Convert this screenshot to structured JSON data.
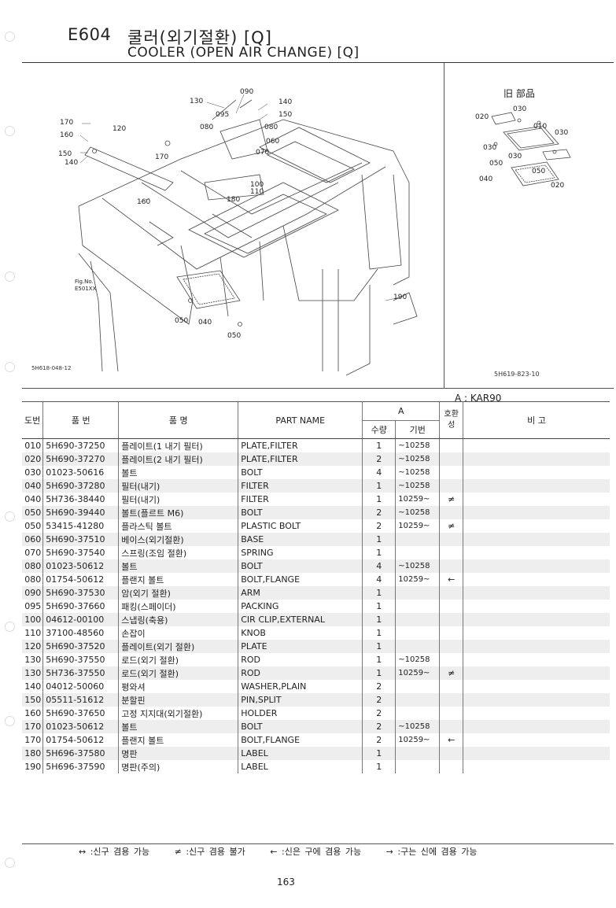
{
  "header": {
    "code": "E604",
    "title_ko": "쿨러(외기절환) [Q]",
    "title_en": "COOLER (OPEN AIR CHANGE) [Q]"
  },
  "diagram": {
    "old_parts_label": "旧 部品",
    "left_ref": "5H618-048-12",
    "right_ref": "5H619-823-10",
    "fig_no": "Fig.No.\nE501XX",
    "main_labels": [
      "130",
      "090",
      "140",
      "095",
      "150",
      "170",
      "080",
      "080",
      "160",
      "060",
      "120",
      "150",
      "070",
      "140",
      "170",
      "100",
      "110",
      "180",
      "160",
      "190",
      "050",
      "040",
      "050"
    ],
    "inset_labels": [
      "030",
      "020",
      "010",
      "030",
      "030",
      "030",
      "050",
      "050",
      "040",
      "020"
    ]
  },
  "variant_note": "A : KAR90",
  "table": {
    "headers": {
      "code": "도번",
      "part_no": "품 번",
      "name_ko": "품 명",
      "part_name": "PART NAME",
      "group_a": "A",
      "qty": "수량",
      "serial": "기번",
      "interchange": "호환성",
      "remarks": "비 고"
    },
    "rows": [
      {
        "code": "010",
        "part_no": "5H690-37250",
        "name_ko": "플레이트(1 내기 필터)",
        "name_en": "PLATE,FILTER",
        "qty": "1",
        "serial": "~10258",
        "chg": ""
      },
      {
        "code": "020",
        "part_no": "5H690-37270",
        "name_ko": "플레이트(2 내기 필터)",
        "name_en": "PLATE,FILTER",
        "qty": "2",
        "serial": "~10258",
        "chg": ""
      },
      {
        "code": "030",
        "part_no": "01023-50616",
        "name_ko": "볼트",
        "name_en": "BOLT",
        "qty": "4",
        "serial": "~10258",
        "chg": ""
      },
      {
        "code": "040",
        "part_no": "5H690-37280",
        "name_ko": "필터(내기)",
        "name_en": "FILTER",
        "qty": "1",
        "serial": "~10258",
        "chg": ""
      },
      {
        "code": "040",
        "part_no": "5H736-38440",
        "name_ko": "필터(내기)",
        "name_en": "FILTER",
        "qty": "1",
        "serial": "10259~",
        "chg": "≠"
      },
      {
        "code": "050",
        "part_no": "5H690-39440",
        "name_ko": "볼트(플르트 M6)",
        "name_en": "BOLT",
        "qty": "2",
        "serial": "~10258",
        "chg": ""
      },
      {
        "code": "050",
        "part_no": "53415-41280",
        "name_ko": "플라스틱 볼트",
        "name_en": "PLASTIC BOLT",
        "qty": "2",
        "serial": "10259~",
        "chg": "≠"
      },
      {
        "code": "060",
        "part_no": "5H690-37510",
        "name_ko": "베이스(외기절환)",
        "name_en": "BASE",
        "qty": "1",
        "serial": "",
        "chg": ""
      },
      {
        "code": "070",
        "part_no": "5H690-37540",
        "name_ko": "스프링(조임 절환)",
        "name_en": "SPRING",
        "qty": "1",
        "serial": "",
        "chg": ""
      },
      {
        "code": "080",
        "part_no": "01023-50612",
        "name_ko": "볼트",
        "name_en": "BOLT",
        "qty": "4",
        "serial": "~10258",
        "chg": ""
      },
      {
        "code": "080",
        "part_no": "01754-50612",
        "name_ko": "플랜지 볼트",
        "name_en": "BOLT,FLANGE",
        "qty": "4",
        "serial": "10259~",
        "chg": "←"
      },
      {
        "code": "090",
        "part_no": "5H690-37530",
        "name_ko": "암(외기 절환)",
        "name_en": "ARM",
        "qty": "1",
        "serial": "",
        "chg": ""
      },
      {
        "code": "095",
        "part_no": "5H690-37660",
        "name_ko": "패킹(스페이더)",
        "name_en": "PACKING",
        "qty": "1",
        "serial": "",
        "chg": ""
      },
      {
        "code": "100",
        "part_no": "04612-00100",
        "name_ko": "스냅링(축용)",
        "name_en": "CIR CLIP,EXTERNAL",
        "qty": "1",
        "serial": "",
        "chg": ""
      },
      {
        "code": "110",
        "part_no": "37100-48560",
        "name_ko": "손잡이",
        "name_en": "KNOB",
        "qty": "1",
        "serial": "",
        "chg": ""
      },
      {
        "code": "120",
        "part_no": "5H690-37520",
        "name_ko": "플레이트(외기 절환)",
        "name_en": "PLATE",
        "qty": "1",
        "serial": "",
        "chg": ""
      },
      {
        "code": "130",
        "part_no": "5H690-37550",
        "name_ko": "로드(외기 절환)",
        "name_en": "ROD",
        "qty": "1",
        "serial": "~10258",
        "chg": ""
      },
      {
        "code": "130",
        "part_no": "5H736-37550",
        "name_ko": "로드(외기 절환)",
        "name_en": "ROD",
        "qty": "1",
        "serial": "10259~",
        "chg": "≠"
      },
      {
        "code": "140",
        "part_no": "04012-50060",
        "name_ko": "평와셔",
        "name_en": "WASHER,PLAIN",
        "qty": "2",
        "serial": "",
        "chg": ""
      },
      {
        "code": "150",
        "part_no": "05511-51612",
        "name_ko": "분할핀",
        "name_en": "PIN,SPLIT",
        "qty": "2",
        "serial": "",
        "chg": ""
      },
      {
        "code": "160",
        "part_no": "5H690-37650",
        "name_ko": "고정 지지대(외기절환)",
        "name_en": "HOLDER",
        "qty": "2",
        "serial": "",
        "chg": ""
      },
      {
        "code": "170",
        "part_no": "01023-50612",
        "name_ko": "볼트",
        "name_en": "BOLT",
        "qty": "2",
        "serial": "~10258",
        "chg": ""
      },
      {
        "code": "170",
        "part_no": "01754-50612",
        "name_ko": "플랜지 볼트",
        "name_en": "BOLT,FLANGE",
        "qty": "2",
        "serial": "10259~",
        "chg": "←"
      },
      {
        "code": "180",
        "part_no": "5H696-37580",
        "name_ko": "명판",
        "name_en": "LABEL",
        "qty": "1",
        "serial": "",
        "chg": ""
      },
      {
        "code": "190",
        "part_no": "5H696-37590",
        "name_ko": "명판(주의)",
        "name_en": "LABEL",
        "qty": "1",
        "serial": "",
        "chg": ""
      }
    ]
  },
  "legend": [
    "↔ :신구 겸용 가능",
    "≠ :신구 겸용 불가",
    "← :신은 구에 겸용 가능",
    "→ :구는 신에 겸용 가능"
  ],
  "page_number": "163"
}
